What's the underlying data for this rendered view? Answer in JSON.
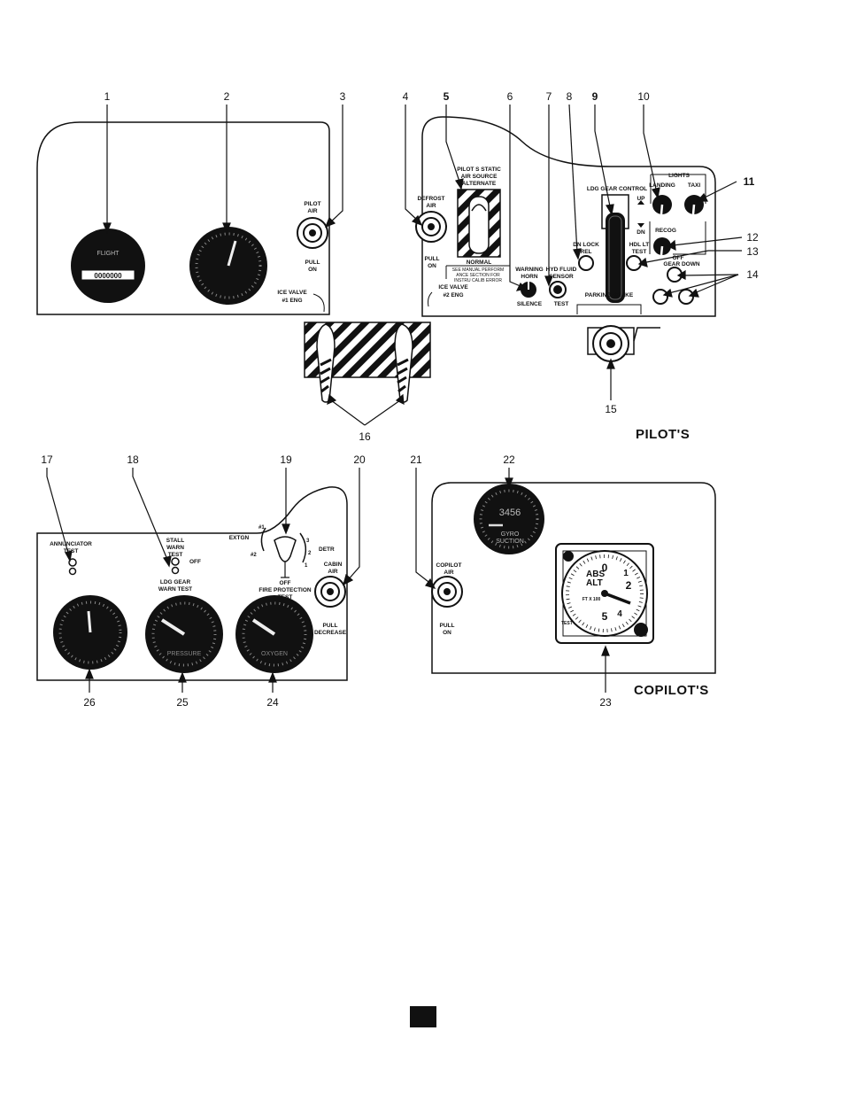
{
  "sections": {
    "pilot_title": "PILOT'S",
    "copilot_title": "COPILOT'S"
  },
  "callouts": [
    "1",
    "2",
    "3",
    "4",
    "5",
    "6",
    "7",
    "8",
    "9",
    "10",
    "11",
    "12",
    "13",
    "14",
    "15",
    "16",
    "17",
    "18",
    "19",
    "20",
    "21",
    "22",
    "23",
    "24",
    "25",
    "26"
  ],
  "labels": {
    "flight_meter": "FLIGHT",
    "flight_counter": "0000000",
    "pilot_air": [
      "PILOT",
      "AIR"
    ],
    "pull_on_1": [
      "PULL",
      "ON"
    ],
    "ice_valve_1": [
      "ICE VALVE",
      "#1 ENG"
    ],
    "defrost_air": [
      "DEFROST",
      "AIR"
    ],
    "pull_on_2": [
      "PULL",
      "ON"
    ],
    "ice_valve_2": [
      "ICE VALVE",
      "#2 ENG"
    ],
    "static_source": [
      "PILOT S STATIC",
      "AIR SOURCE",
      "ALTERNATE"
    ],
    "normal": "NORMAL",
    "manual_note": [
      "SEE MANUAL PERFORM",
      "ANCE SECTION FOR",
      "INSTRU CALIB ERROR"
    ],
    "warning_horn": [
      "WARNING",
      "HORN"
    ],
    "silence": "SILENCE",
    "hyd_fluid": [
      "HYD FLUID",
      "SENSOR"
    ],
    "test": "TEST",
    "ldg_gear_control": "LDG GEAR CONTROL",
    "up": "UP",
    "dn": "DN",
    "dn_lock_rel": [
      "DN LOCK",
      "REL"
    ],
    "hdl_lt_test": [
      "HDL LT",
      "TEST"
    ],
    "lights": "LIGHTS",
    "landing": "LANDING",
    "taxi": "TAXI",
    "recog": "RECOG",
    "off": "OFF",
    "gear_down": "GEAR DOWN",
    "parking_brake": "PARKING BRAKE",
    "annunciator_test": [
      "ANNUNCIATOR",
      "TEST"
    ],
    "stall_warn_test": [
      "STALL",
      "WARN",
      "TEST"
    ],
    "off_2": "OFF",
    "ldg_gear_warn_test": [
      "LDG GEAR",
      "WARN TEST"
    ],
    "extgn": "EXTGN",
    "detr": "DETR",
    "fire_off": "OFF",
    "fire_protection_test": [
      "FIRE PROTECTION",
      "TEST"
    ],
    "cabin_air": [
      "CABIN",
      "AIR"
    ],
    "pull_decrease": [
      "PULL",
      "DECREASE"
    ],
    "copilot_air": [
      "COPILOT",
      "AIR"
    ],
    "pull_on_3": [
      "PULL",
      "ON"
    ],
    "gyro_suction": [
      "GYRO",
      "SUCTION"
    ],
    "abs_alt": [
      "ABS",
      "ALT"
    ],
    "ft_x_100": "FT X 100",
    "press_test": "TEST",
    "pressure_gauge": "PRESSURE",
    "oxygen_gauge": "OXYGEN",
    "gyro_digits": "3456"
  }
}
